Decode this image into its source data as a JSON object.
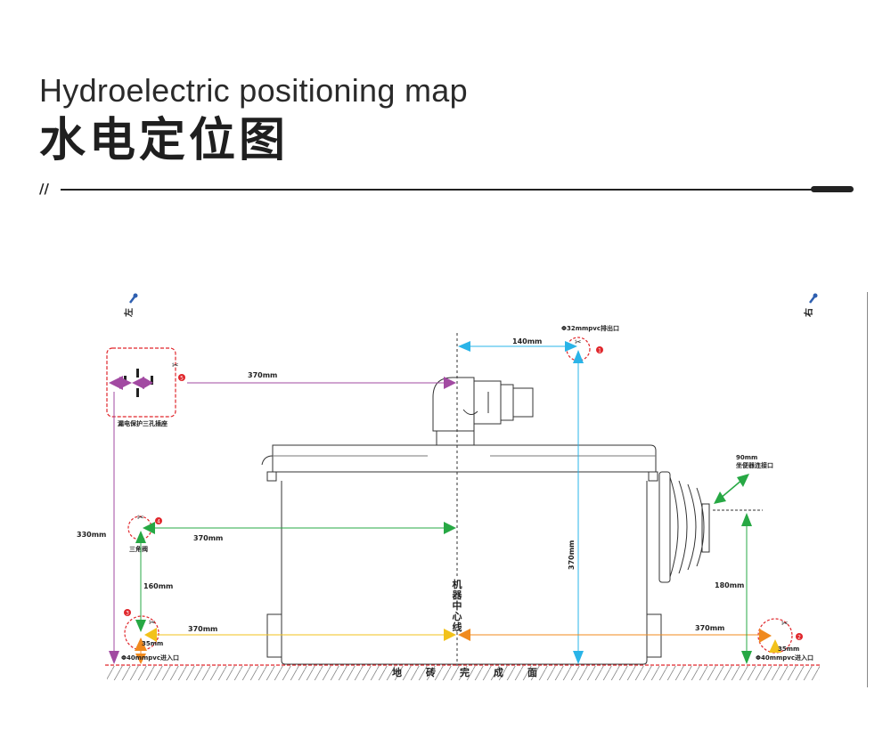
{
  "header": {
    "title_en": "Hydroelectric positioning map",
    "title_cn": "水电定位图",
    "marker": "//"
  },
  "diagram": {
    "left_label": "左",
    "right_label": "右",
    "center_line_label": "机器中心线",
    "floor_label": [
      "地",
      "砖",
      "完",
      "成",
      "面"
    ],
    "outlet_label": "Φ32mmpvc排出口",
    "socket_label": "漏电保护三孔插座",
    "valve_label": "三角阀",
    "inlet_left_label": "Φ40mmpvc进入口",
    "inlet_right_label": "Φ40mmpvc进入口",
    "toilet_conn_label_1": "90mm",
    "toilet_conn_label_2": "坐便器连接口",
    "dims": {
      "outlet_offset": "140mm",
      "outlet_height": "370mm",
      "socket_offset": "370mm",
      "socket_height": "330mm",
      "valve_offset": "370mm",
      "valve_height": "160mm",
      "inlet_left_offset": "370mm",
      "inlet_left_height": "35mm",
      "inlet_right_offset": "370mm",
      "inlet_right_height": "35mm",
      "toilet_conn_height": "180mm"
    },
    "markers": [
      "1",
      "2",
      "3",
      "4",
      "5"
    ],
    "colors": {
      "purple": "#a24aa2",
      "green": "#27a844",
      "yellow": "#f2c21b",
      "orange": "#f08a1e",
      "cyan": "#2ab4e8",
      "red": "#e0262b",
      "blue_pin": "#2e5fb0"
    }
  }
}
